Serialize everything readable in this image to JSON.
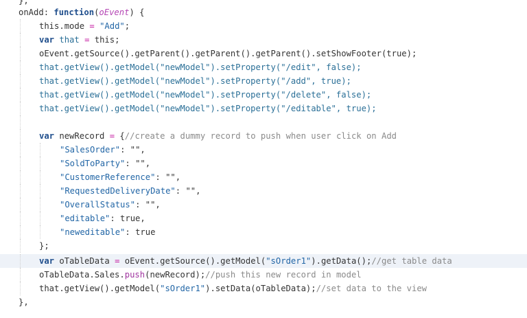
{
  "editor": {
    "language": "javascript",
    "current_line_index": 18,
    "lines": [
      {
        "indent": 0,
        "text": "},",
        "partial": true
      },
      {
        "indent": 0,
        "text": "onAdd: function(oEvent) {"
      },
      {
        "indent": 1,
        "text": "this.mode = \"Add\";"
      },
      {
        "indent": 1,
        "text": "var that = this;"
      },
      {
        "indent": 1,
        "text": "oEvent.getSource().getParent().getParent().getParent().setShowFooter(true);"
      },
      {
        "indent": 1,
        "text": "that.getView().getModel(\"newModel\").setProperty(\"/edit\", false);"
      },
      {
        "indent": 1,
        "text": "that.getView().getModel(\"newModel\").setProperty(\"/add\", true);"
      },
      {
        "indent": 1,
        "text": "that.getView().getModel(\"newModel\").setProperty(\"/delete\", false);"
      },
      {
        "indent": 1,
        "text": "that.getView().getModel(\"newModel\").setProperty(\"/editable\", true);"
      },
      {
        "indent": 0,
        "text": ""
      },
      {
        "indent": 1,
        "text": "var newRecord = {//create a dummy record to push when user click on Add"
      },
      {
        "indent": 2,
        "text": "\"SalesOrder\": \"\","
      },
      {
        "indent": 2,
        "text": "\"SoldToParty\": \"\","
      },
      {
        "indent": 2,
        "text": "\"CustomerReference\": \"\","
      },
      {
        "indent": 2,
        "text": "\"RequestedDeliveryDate\": \"\","
      },
      {
        "indent": 2,
        "text": "\"OverallStatus\": \"\","
      },
      {
        "indent": 2,
        "text": "\"editable\": true,"
      },
      {
        "indent": 2,
        "text": "\"neweditable\": true"
      },
      {
        "indent": 1,
        "text": "};"
      },
      {
        "indent": 1,
        "text": "var oTableData = oEvent.getSource().getModel(\"sOrder1\").getData();//get table data"
      },
      {
        "indent": 1,
        "text": "oTableData.Sales.push(newRecord);//push this new record in model"
      },
      {
        "indent": 1,
        "text": "that.getView().getModel(\"sOrder1\").setData(oTableData);//set data to the view"
      },
      {
        "indent": 0,
        "text": "},"
      }
    ],
    "tokens": {
      "l1_name": "onAdd",
      "l1_colon": ": ",
      "l1_function": "function",
      "l1_open": "(",
      "l1_param": "oEvent",
      "l1_close": ") {",
      "l2_this": "this",
      "l2_prop": ".mode ",
      "l2_eq": "=",
      "l2_sp": " ",
      "l2_str": "\"Add\"",
      "l2_end": ";",
      "l3_var": "var",
      "l3_sp": " ",
      "l3_that": "that",
      "l3_sp2": " ",
      "l3_eq": "=",
      "l3_rest": " this;",
      "l4": "oEvent.getSource().getParent().getParent().getParent().setShowFooter(true);",
      "l5": "that.getView().getModel(\"newModel\").setProperty(\"/edit\", false);",
      "l6": "that.getView().getModel(\"newModel\").setProperty(\"/add\", true);",
      "l7": "that.getView().getModel(\"newModel\").setProperty(\"/delete\", false);",
      "l8": "that.getView().getModel(\"newModel\").setProperty(\"/editable\", true);",
      "l10_var": "var",
      "l10_name": " newRecord ",
      "l10_eq": "=",
      "l10_brace": " {",
      "l10_cmt": "//create a dummy record to push when user click on Add",
      "l11_key": "\"SalesOrder\"",
      "l11_rest": ": \"\",",
      "l12_key": "\"SoldToParty\"",
      "l12_rest": ": \"\",",
      "l13_key": "\"CustomerReference\"",
      "l13_rest": ": \"\",",
      "l14_key": "\"RequestedDeliveryDate\"",
      "l14_rest": ": \"\",",
      "l15_key": "\"OverallStatus\"",
      "l15_rest": ": \"\",",
      "l16_key": "\"editable\"",
      "l16_rest": ": true,",
      "l17_key": "\"neweditable\"",
      "l17_rest": ": true",
      "l18": "};",
      "l19_var": "var",
      "l19_name": " oTableData ",
      "l19_eq": "=",
      "l19_a": " oEvent.getSource().getModel(",
      "l19_str": "\"sOrder1\"",
      "l19_b": ").getData();",
      "l19_cmt": "//get table data",
      "l20_a": "oTableData.Sales.",
      "l20_push": "push",
      "l20_b": "(newRecord);",
      "l20_cmt": "//push this new record in model",
      "l21_a": "that.getView().getModel(",
      "l21_str": "\"sOrder1\"",
      "l21_b": ").setData(oTableData);",
      "l21_cmt": "//set data to the view",
      "l22": "},",
      "l0": "},"
    }
  },
  "colors": {
    "background": "#ffffff",
    "current_line": "#eef2f8",
    "keyword": "#1f4e8c",
    "parameter": "#b445b4",
    "operator": "#c41aa0",
    "string": "#2266a6",
    "comment": "#8a8a8a",
    "text": "#333333"
  }
}
